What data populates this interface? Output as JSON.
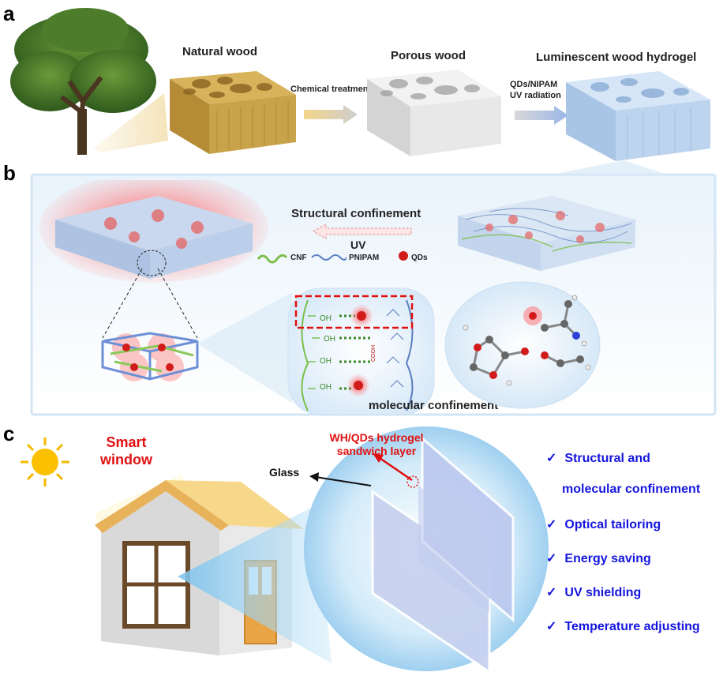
{
  "panel_a": {
    "label": "a",
    "natural_wood": "Natural wood",
    "porous_wood": "Porous wood",
    "luminescent_wood_hydrogel": "Luminescent wood hydrogel",
    "step1": "Chemical treatment",
    "step2_line1": "QDs/NIPAM",
    "step2_line2": "UV  radiation"
  },
  "panel_b": {
    "label": "b",
    "structural_confinement": "Structural confinement",
    "uv": "UV",
    "legend": {
      "cnf": "CNF",
      "pnipam": "PNIPAM",
      "qds": "QDs"
    },
    "oh": "OH",
    "cooh": "COOH",
    "molecular_confinement": "molecular confinement"
  },
  "panel_c": {
    "label": "c",
    "smart_window_line1": "Smart",
    "smart_window_line2": "window",
    "sandwich_line1": "WH/QDs hydrogel",
    "sandwich_line2": "sandwich layer",
    "glass": "Glass",
    "check_symbol": "✓",
    "features": [
      "Structural and",
      "molecular confinement",
      "Optical tailoring",
      "Energy saving",
      "UV shielding",
      "Temperature adjusting"
    ]
  },
  "colors": {
    "red_text": "#e01010",
    "blue_text": "#1515e0",
    "wood": "#c9a34a",
    "hydrogel": "#bcd4ee"
  }
}
